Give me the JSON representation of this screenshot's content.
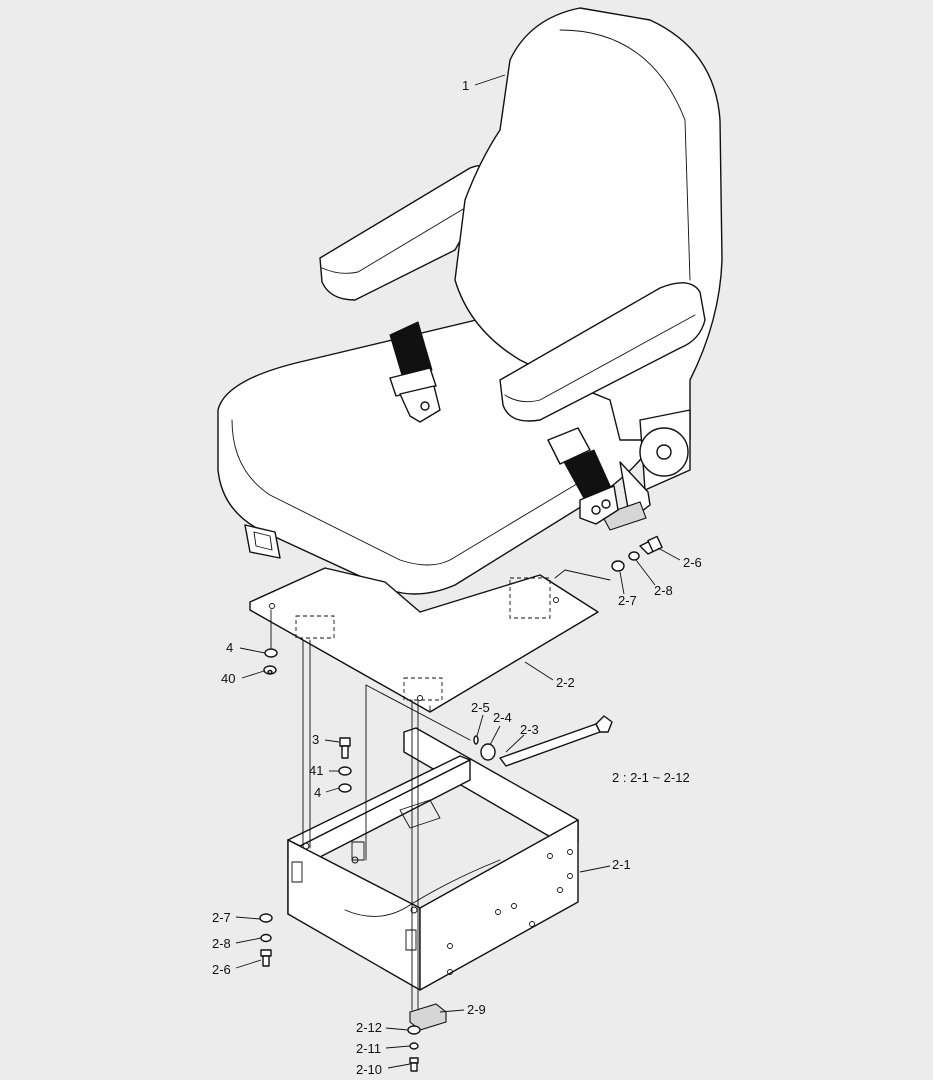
{
  "callouts": [
    {
      "id": "c-1",
      "text": "1"
    },
    {
      "id": "c-2-6a",
      "text": "2-6"
    },
    {
      "id": "c-2-8a",
      "text": "2-8"
    },
    {
      "id": "c-2-7a",
      "text": "2-7"
    },
    {
      "id": "c-4a",
      "text": "4"
    },
    {
      "id": "c-40",
      "text": "40"
    },
    {
      "id": "c-2-2",
      "text": "2-2"
    },
    {
      "id": "c-2-5",
      "text": "2-5"
    },
    {
      "id": "c-2-4",
      "text": "2-4"
    },
    {
      "id": "c-2-3",
      "text": "2-3"
    },
    {
      "id": "c-3",
      "text": "3"
    },
    {
      "id": "c-41",
      "text": "41"
    },
    {
      "id": "c-4b",
      "text": "4"
    },
    {
      "id": "c-2-1",
      "text": "2-1"
    },
    {
      "id": "c-2-7b",
      "text": "2-7"
    },
    {
      "id": "c-2-8b",
      "text": "2-8"
    },
    {
      "id": "c-2-6b",
      "text": "2-6"
    },
    {
      "id": "c-2-9",
      "text": "2-9"
    },
    {
      "id": "c-2-12",
      "text": "2-12"
    },
    {
      "id": "c-2-11",
      "text": "2-11"
    },
    {
      "id": "c-2-10",
      "text": "2-10"
    }
  ],
  "note": "2 : 2-1 ~ 2-12"
}
